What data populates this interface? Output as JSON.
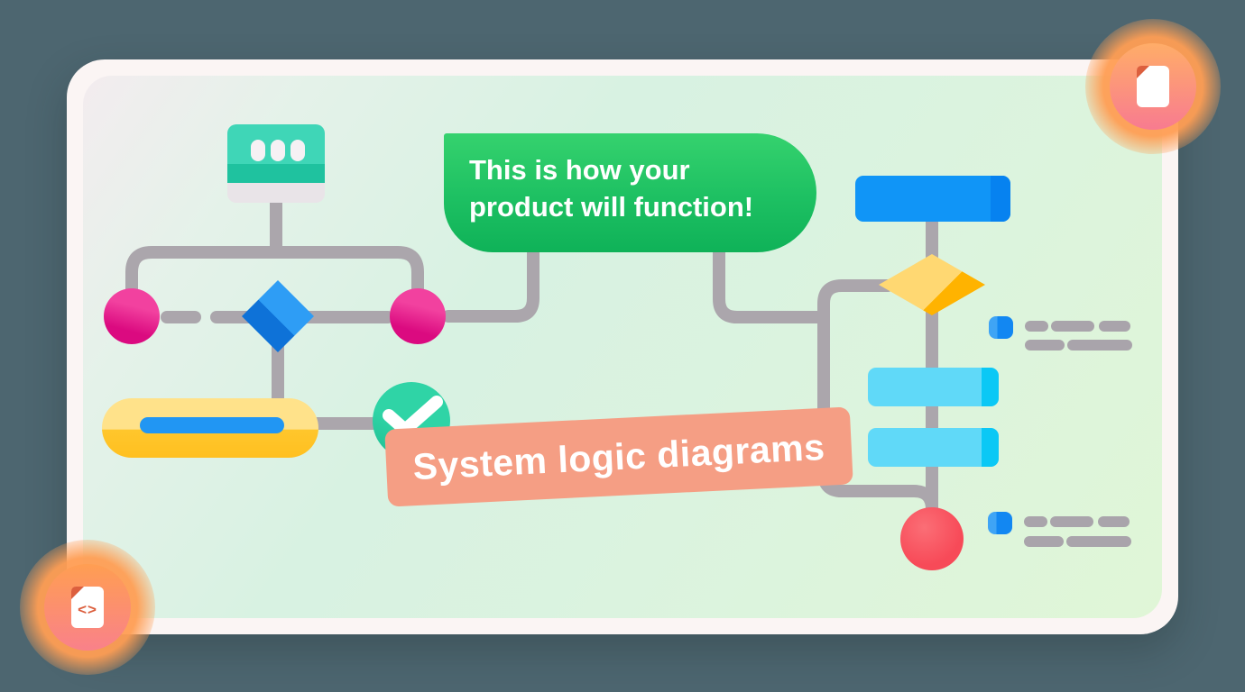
{
  "scene": {
    "background_color": "#4D6670",
    "card_frame_color": "#FBF5F4",
    "card_gradient": [
      "#F3ECEF",
      "#D8F2E2",
      "#E0F6D7"
    ]
  },
  "speech_bubble": {
    "line1": "This is how your",
    "line2": "product will function!",
    "text_color": "#FFFFFF",
    "color_top": "#35D26E",
    "color_bottom": "#0FB258"
  },
  "banner": {
    "label": "System logic diagrams",
    "background_color": "#F59E84",
    "text_color": "#FFFFFF"
  },
  "flowchart": {
    "connector_color": "#ABA6AC",
    "left_branch": {
      "window_icon": {
        "name": "app-window-icon",
        "top_color": "#3FD6B7",
        "band_color": "#1FC29F",
        "base_color": "#E9E4E8",
        "dot_count": 3
      },
      "start_circle_color": "#E81F8C",
      "decision_diamond_light": "#2E9DF5",
      "decision_diamond_dark": "#0E72D8",
      "pill": {
        "top_color": "#FFE28A",
        "bottom_color": "#FFC62C",
        "bar_color": "#2196F3"
      },
      "check_circle": {
        "circle_color": "#2BCD9F",
        "check_color": "#FFFFFF"
      }
    },
    "right_branch": {
      "start_rect_color": "#1095F7",
      "start_rect_edge_color": "#0682F0",
      "diamond_light": "#FFD872",
      "diamond_dark": "#FFB300",
      "process_rect_color": "#60D9F8",
      "process_rect_edge_color": "#0BC8F5",
      "end_circle_color": "#F74A58",
      "labels": [
        {
          "marker_color": "#1287F2",
          "dash_color": "#A9A4AB",
          "dash_rows": [
            3,
            2
          ]
        },
        {
          "marker_color": "#1287F2",
          "dash_color": "#A9A4AB",
          "dash_rows": [
            3,
            2
          ]
        }
      ]
    }
  },
  "badges": {
    "top_right": {
      "icon": "document-icon",
      "glow_color": "#FF9E54",
      "circle_top_color": "#FFAD68",
      "circle_bottom_color": "#F87B90",
      "fold_color": "#DC5F3E"
    },
    "bottom_left": {
      "icon": "code-file-icon",
      "glyphs": "<>",
      "glow_color": "#FF9E54",
      "circle_top_color": "#FF9E52",
      "circle_bottom_color": "#F9818A",
      "fold_color": "#DC5F3E"
    }
  }
}
